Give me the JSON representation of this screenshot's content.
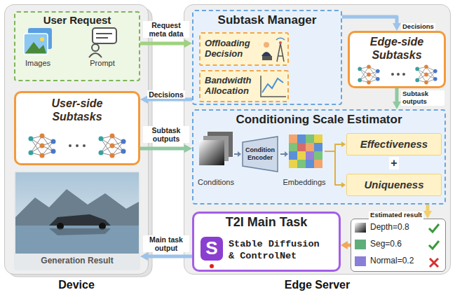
{
  "diagram": {
    "nodes": [
      {
        "text": [
          "Device"
        ]
      },
      {
        "text": [
          "User Request",
          "Images",
          "Prompt"
        ],
        "in": 0
      },
      {
        "text": [
          "User-side Subtasks"
        ],
        "in": 0
      },
      {
        "text": [
          "Generation Result"
        ],
        "in": 0
      },
      {
        "text": [
          "Edge Server"
        ]
      },
      {
        "text": [
          "Subtask Manager"
        ],
        "in": 4
      },
      {
        "text": [
          "Offloading Decision"
        ],
        "in": 5
      },
      {
        "text": [
          "Bandwidth Allocation"
        ],
        "in": 5
      },
      {
        "text": [
          "Edge-side Subtasks"
        ],
        "in": 4
      },
      {
        "text": [
          "Conditioning Scale Estimator",
          "Conditions",
          "Embeddings"
        ],
        "in": 4
      },
      {
        "text": [
          "Condition Encoder"
        ],
        "in": 9
      },
      {
        "text": [
          "Effectiveness"
        ],
        "in": 9
      },
      {
        "text": [
          "Uniqueness"
        ],
        "in": 9
      },
      {
        "text": [
          "T2I Main Task",
          "S",
          "Stable Diffusion & ControlNet"
        ],
        "in": 4
      },
      {
        "text": [
          "Depth=0.8",
          "Seg=0.6",
          "Normal=0.2"
        ],
        "in": 4
      }
    ],
    "edges": [
      {
        "from": 1,
        "to": 5,
        "label": "Request meta data",
        "arrow": "to"
      },
      {
        "from": 5,
        "to": 2,
        "label": "Decisions",
        "arrow": "to"
      },
      {
        "from": 5,
        "to": 8,
        "label": "Decisions",
        "arrow": "to"
      },
      {
        "from": 8,
        "to": 9,
        "label": "Subtask outputs",
        "arrow": "to"
      },
      {
        "from": 2,
        "to": 9,
        "label": "Subtask outputs",
        "arrow": "to"
      },
      {
        "from": 9,
        "to": 14,
        "label": "Estimated result",
        "arrow": "to"
      },
      {
        "from": 14,
        "to": 13,
        "arrow": "to"
      },
      {
        "from": 13,
        "to": 3,
        "label": "Main task output",
        "arrow": "to"
      }
    ],
    "labels": [
      "+"
    ]
  }
}
